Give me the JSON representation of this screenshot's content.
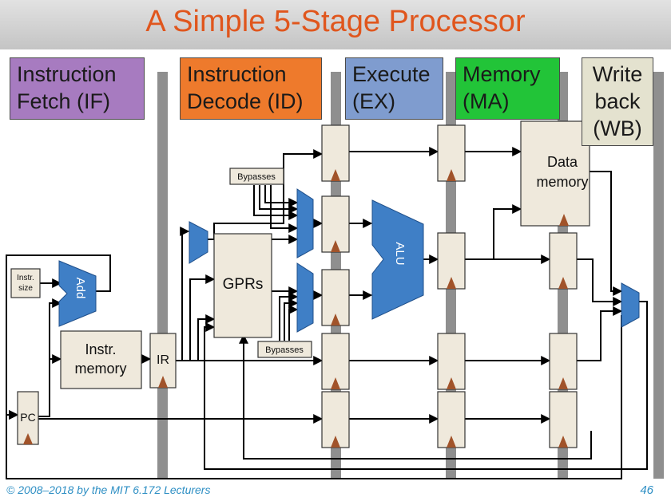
{
  "title": "A Simple 5-Stage Processor",
  "stages": [
    {
      "line1": "Instruction",
      "line2": "Fetch (IF)",
      "line3": "",
      "color": "#a77bc0"
    },
    {
      "line1": "Instruction",
      "line2": "Decode (ID)",
      "line3": "",
      "color": "#ee7a2c"
    },
    {
      "line1": "Execute",
      "line2": "(EX)",
      "line3": "",
      "color": "#7f9ccf"
    },
    {
      "line1": "Memory",
      "line2": "(MA)",
      "line3": "",
      "color": "#22c438"
    },
    {
      "line1": "Write",
      "line2": "back",
      "line3": "(WB)",
      "color": "#e4e2cf"
    }
  ],
  "blocks": {
    "instr_size": "Instr. size",
    "add": "Add",
    "instr_memory_1": "Instr.",
    "instr_memory_2": "memory",
    "ir": "IR",
    "pc": "PC",
    "gprs": "GPRs",
    "bypasses_top": "Bypasses",
    "bypasses_bottom": "Bypasses",
    "alu": "ALU",
    "data_memory_1": "Data",
    "data_memory_2": "memory"
  },
  "colors": {
    "title": "#e0561d",
    "mux": "#3f7fc6",
    "block_fill": "#efe9dc",
    "triangle": "#a1532a",
    "wire": "#000000",
    "pipeline_bar": "#8f8f8f",
    "footer": "#2e8fc4"
  },
  "footer": {
    "copyright": "© 2008–2018 by the MIT 6.172 Lecturers",
    "page": "46"
  }
}
